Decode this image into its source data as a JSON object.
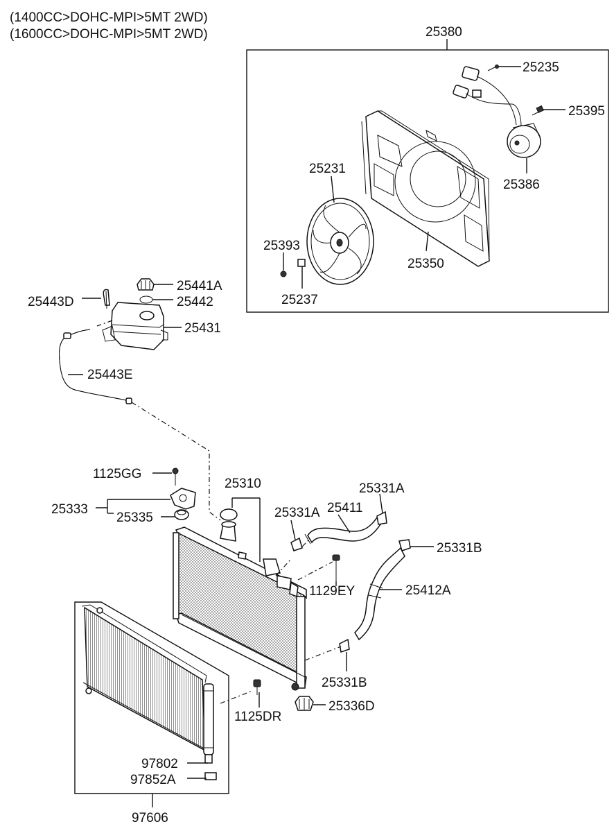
{
  "header": {
    "line1": "(1400CC>DOHC-MPI>5MT 2WD)",
    "line2": "(1600CC>DOHC-MPI>5MT 2WD)"
  },
  "labels": {
    "p25380": "25380",
    "p25235": "25235",
    "p25395": "25395",
    "p25386": "25386",
    "p25231": "25231",
    "p25393": "25393",
    "p25350": "25350",
    "p25237": "25237",
    "p25441A": "25441A",
    "p25443D": "25443D",
    "p25442": "25442",
    "p25431": "25431",
    "p25443E": "25443E",
    "p1125GG": "1125GG",
    "p25310": "25310",
    "p25333": "25333",
    "p25335": "25335",
    "p25331A_left": "25331A",
    "p25411": "25411",
    "p25331A_right": "25331A",
    "p25331B_top": "25331B",
    "p1129EY": "1129EY",
    "p25412A": "25412A",
    "p25331B_bottom": "25331B",
    "p1125DR": "1125DR",
    "p25336D": "25336D",
    "p97802": "97802",
    "p97852A": "97852A",
    "p97606": "97606"
  }
}
